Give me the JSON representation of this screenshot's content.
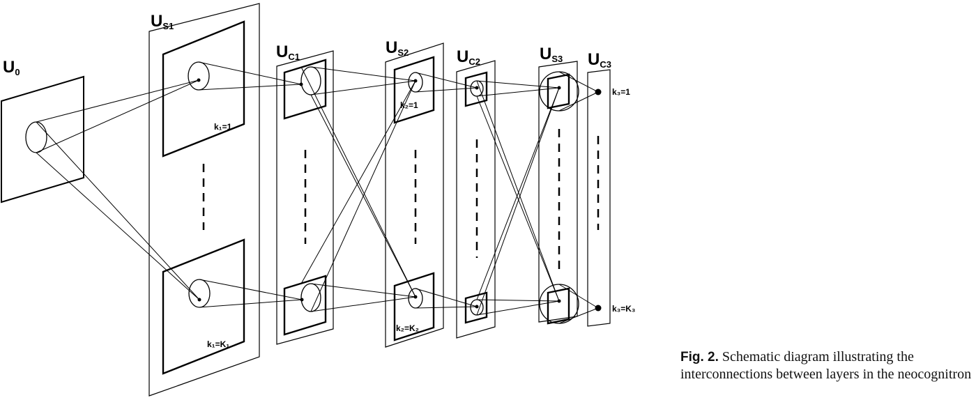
{
  "layers": {
    "u0": {
      "main": "U",
      "sub": "0"
    },
    "us1": {
      "main": "U",
      "sub": "S1"
    },
    "uc1": {
      "main": "U",
      "sub": "C1"
    },
    "us2": {
      "main": "U",
      "sub": "S2"
    },
    "uc2": {
      "main": "U",
      "sub": "C2"
    },
    "us3": {
      "main": "U",
      "sub": "S3"
    },
    "uc3": {
      "main": "U",
      "sub": "C3"
    }
  },
  "plane_labels": {
    "k1_first": "k₁=1",
    "k1_last": "k₁=K₁",
    "k2_first": "k₂=1",
    "k2_last": "k₂=K₂",
    "k3_first": "k₃=1",
    "k3_last": "k₃=K₃"
  },
  "caption": {
    "prefix": "Fig. 2.",
    "text": "Schematic diagram illustrating the interconnections between layers in the neocognitron"
  }
}
